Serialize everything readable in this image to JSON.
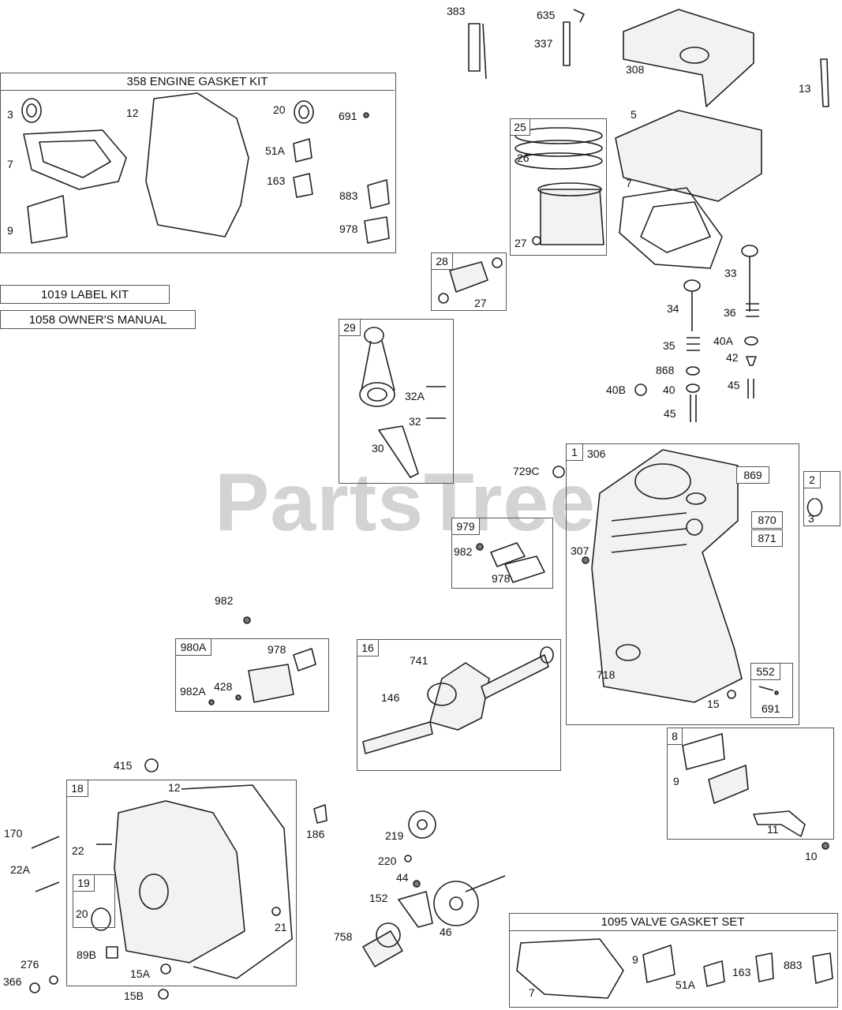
{
  "diagram": {
    "watermark": "PartsTree",
    "kits": {
      "engine_gasket_kit": "358 ENGINE GASKET KIT",
      "label_kit": "1019 LABEL KIT",
      "owners_manual": "1058 OWNER'S MANUAL",
      "valve_gasket_set": "1095 VALVE GASKET SET"
    },
    "group_numbers": {
      "g25": "25",
      "g28": "28",
      "g29": "29",
      "g1": "1",
      "g2": "2",
      "g869": "869",
      "g870": "870",
      "g871": "871",
      "g979": "979",
      "g980a": "980A",
      "g16": "16",
      "g552": "552",
      "g8": "8",
      "g18": "18",
      "g19": "19"
    },
    "callouts": [
      "383",
      "635",
      "337",
      "308",
      "13",
      "5",
      "3",
      "12",
      "20",
      "691",
      "51A",
      "7",
      "163",
      "883",
      "9",
      "978",
      "25",
      "26",
      "27",
      "7",
      "33",
      "34",
      "36",
      "35",
      "40A",
      "42",
      "868",
      "40",
      "40B",
      "45",
      "45",
      "27",
      "32A",
      "32",
      "30",
      "729C",
      "306",
      "3",
      "982",
      "978",
      "307",
      "982",
      "978",
      "982A",
      "428",
      "741",
      "146",
      "718",
      "15",
      "691",
      "9",
      "11",
      "10",
      "415",
      "12",
      "186",
      "170",
      "22",
      "22A",
      "20",
      "21",
      "219",
      "220",
      "44",
      "152",
      "46",
      "758",
      "89B",
      "15A",
      "276",
      "366",
      "15B",
      "7",
      "9",
      "51A",
      "163",
      "883"
    ]
  }
}
